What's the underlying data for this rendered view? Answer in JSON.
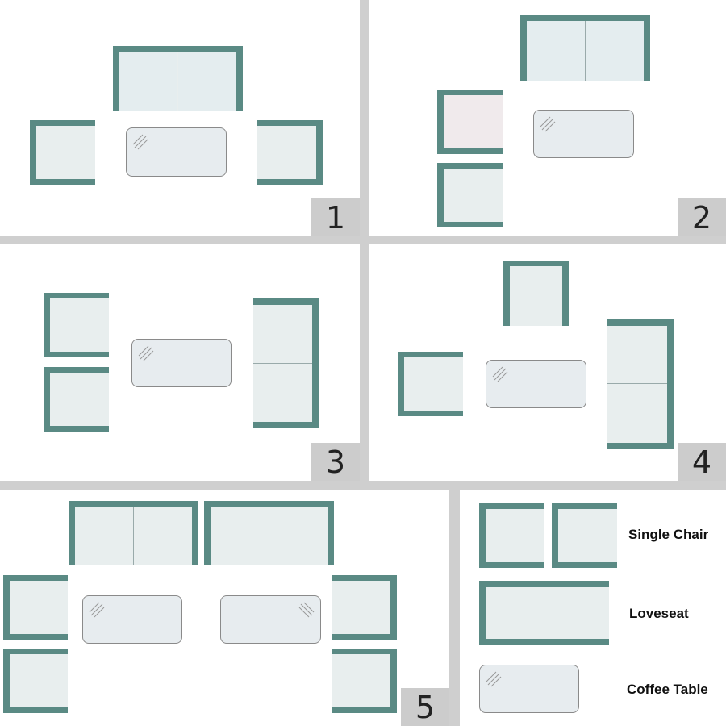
{
  "colors": {
    "frame": "#5a8a84",
    "cushion": "#e4edef",
    "table": "#e7ecef",
    "gutter": "#cfcfcf"
  },
  "layouts": [
    {
      "number": "1"
    },
    {
      "number": "2"
    },
    {
      "number": "3"
    },
    {
      "number": "4"
    },
    {
      "number": "5"
    }
  ],
  "legend": {
    "single_chair": "Single Chair",
    "loveseat": "Loveseat",
    "coffee_table": "Coffee Table"
  }
}
